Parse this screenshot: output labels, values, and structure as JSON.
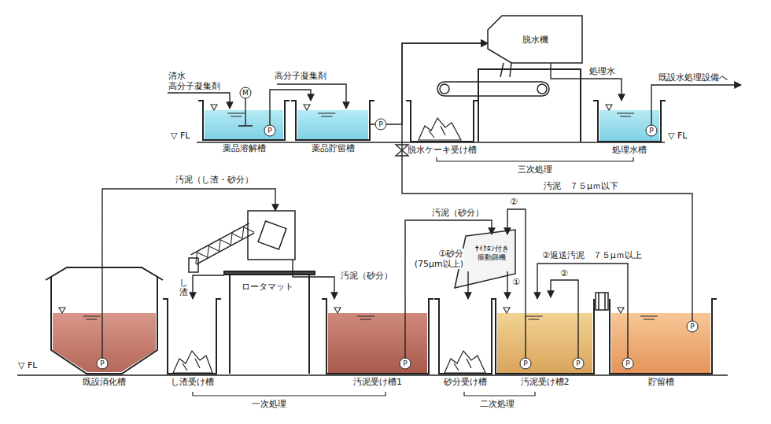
{
  "diagram": {
    "nodes": [
      {
        "text": [
          "薬品溶解槽"
        ]
      },
      {
        "text": [
          "薬品貯留槽"
        ]
      },
      {
        "text": [
          "脱水機"
        ]
      },
      {
        "text": [
          "脱水ケーキ受け槽"
        ]
      },
      {
        "text": [
          "処理水槽"
        ]
      },
      {
        "text": [
          "既設消化槽"
        ]
      },
      {
        "text": [
          "ロータマット"
        ]
      },
      {
        "text": [
          "し渣受け槽"
        ]
      },
      {
        "text": [
          "汚泥受け槽1"
        ]
      },
      {
        "text": [
          "ｻｲｸﾛﾝ付き 振動篩機"
        ]
      },
      {
        "text": [
          "砂分受け槽"
        ]
      },
      {
        "text": [
          "汚泥受け槽2"
        ]
      },
      {
        "text": [
          "貯留槽"
        ]
      }
    ],
    "edges": [
      {
        "from": 0,
        "to": 1,
        "arrow": "to"
      },
      {
        "from": 1,
        "to": 2,
        "arrow": "to"
      },
      {
        "from": 12,
        "to": 2,
        "label": "汚泥　７５μｍ以下",
        "arrow": "to"
      },
      {
        "from": 2,
        "to": 4,
        "label": "処理水",
        "arrow": "to"
      },
      {
        "from": 5,
        "to": 6,
        "label": "汚泥（し渣・砂分）",
        "arrow": "to"
      },
      {
        "from": 6,
        "to": 7,
        "label": "し渣",
        "arrow": "to"
      },
      {
        "from": 6,
        "to": 8,
        "label": "汚泥（砂分）",
        "arrow": "to"
      },
      {
        "from": 8,
        "to": 9,
        "label": "汚泥（砂分）",
        "arrow": "to"
      },
      {
        "from": 9,
        "to": 10,
        "label": "①砂分 (75μm以上)",
        "arrow": "to"
      },
      {
        "from": 9,
        "to": 11,
        "label": "①",
        "arrow": "to"
      },
      {
        "from": 11,
        "to": 9,
        "label": "②",
        "arrow": "to"
      },
      {
        "from": 12,
        "to": 11,
        "label": "②返送汚泥　７５μｍ以上",
        "arrow": "to"
      }
    ],
    "labels": [
      "清水",
      "高分子凝集剤",
      "高分子凝集剤",
      "M",
      "P",
      "P",
      "既設水処理設備へ",
      "P",
      "三次処理",
      "▽ FL",
      "▽ FL",
      "P",
      "P",
      "②",
      "P",
      "P",
      "P",
      "P",
      "一次処理",
      "二次処理",
      "▽ FL"
    ]
  }
}
